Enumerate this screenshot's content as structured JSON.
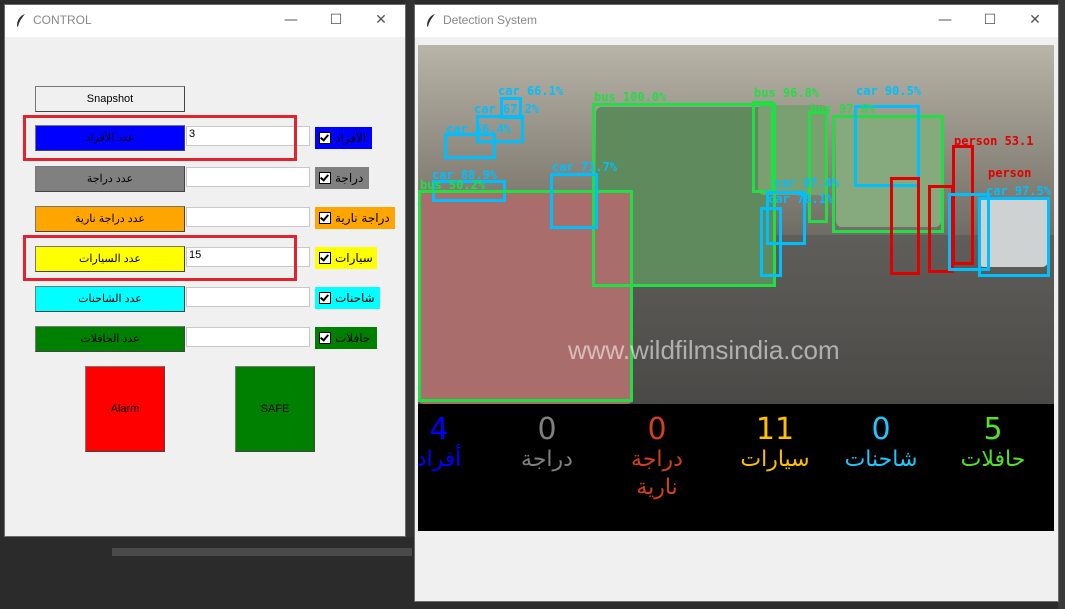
{
  "control_window": {
    "title": "CONTROL",
    "snapshot_label": "Snapshot",
    "rows": [
      {
        "button_label": "عدد الأفراد",
        "color": "#0000ff",
        "entry_value": "3",
        "check_label": "الأفراد",
        "check_bg": "#0000ff"
      },
      {
        "button_label": "عدد دراجة",
        "color": "#808080",
        "entry_value": "",
        "check_label": "دراجة",
        "check_bg": "#808080"
      },
      {
        "button_label": "عدد دراجة نارية",
        "color": "#ffa500",
        "entry_value": "",
        "check_label": "دراجة نارية",
        "check_bg": "#ffa500"
      },
      {
        "button_label": "عدد السيارات",
        "color": "#ffff00",
        "entry_value": "15",
        "check_label": "سيارات",
        "check_bg": "#ffff00"
      },
      {
        "button_label": "عدد الشاحنات",
        "color": "#00ffff",
        "entry_value": "",
        "check_label": "شاحنات",
        "check_bg": "#00ffff"
      },
      {
        "button_label": "عدد الحافلات",
        "color": "#008000",
        "entry_value": "",
        "check_label": "حافلات",
        "check_bg": "#008000"
      }
    ],
    "alarm_label": "Alarm",
    "alarm_color": "#ff0000",
    "safe_label": "SAFE",
    "safe_color": "#008000",
    "highlight_color": "#e0242f"
  },
  "detection_window": {
    "title": "Detection System",
    "watermark": "www.wildfilmsindia.com",
    "detections": [
      {
        "label": "car 66.1%",
        "color": "#00bfff"
      },
      {
        "label": "car 67.2%",
        "color": "#00bfff"
      },
      {
        "label": "car 56.4%",
        "color": "#00bfff"
      },
      {
        "label": "car 88.9%",
        "color": "#00bfff"
      },
      {
        "label": "bus 50.2%",
        "color": "#22dd44"
      },
      {
        "label": "bus 100.0%",
        "color": "#22dd44"
      },
      {
        "label": "car 71.7%",
        "color": "#00bfff"
      },
      {
        "label": "bus 96.8%",
        "color": "#22dd44"
      },
      {
        "label": "bus 97.6%",
        "color": "#22dd44"
      },
      {
        "label": "car 90.5%",
        "color": "#00bfff"
      },
      {
        "label": "car 97.4%",
        "color": "#00bfff"
      },
      {
        "label": "car 76.1%",
        "color": "#00bfff"
      },
      {
        "label": "person 53.1",
        "color": "#e00000"
      },
      {
        "label": "person",
        "color": "#e00000"
      },
      {
        "label": "car 97.5%",
        "color": "#00bfff"
      }
    ],
    "stats": [
      {
        "count": "4",
        "label": "أفراد",
        "color": "#0000ff"
      },
      {
        "count": "0",
        "label": "دراجة",
        "color": "#808080"
      },
      {
        "count": "0",
        "label": "دراجة نارية",
        "color": "#d2401c"
      },
      {
        "count": "11",
        "label": "سيارات",
        "color": "#ffc000"
      },
      {
        "count": "0",
        "label": "شاحنات",
        "color": "#1ec8ff"
      },
      {
        "count": "5",
        "label": "حافلات",
        "color": "#55e02a"
      }
    ]
  }
}
